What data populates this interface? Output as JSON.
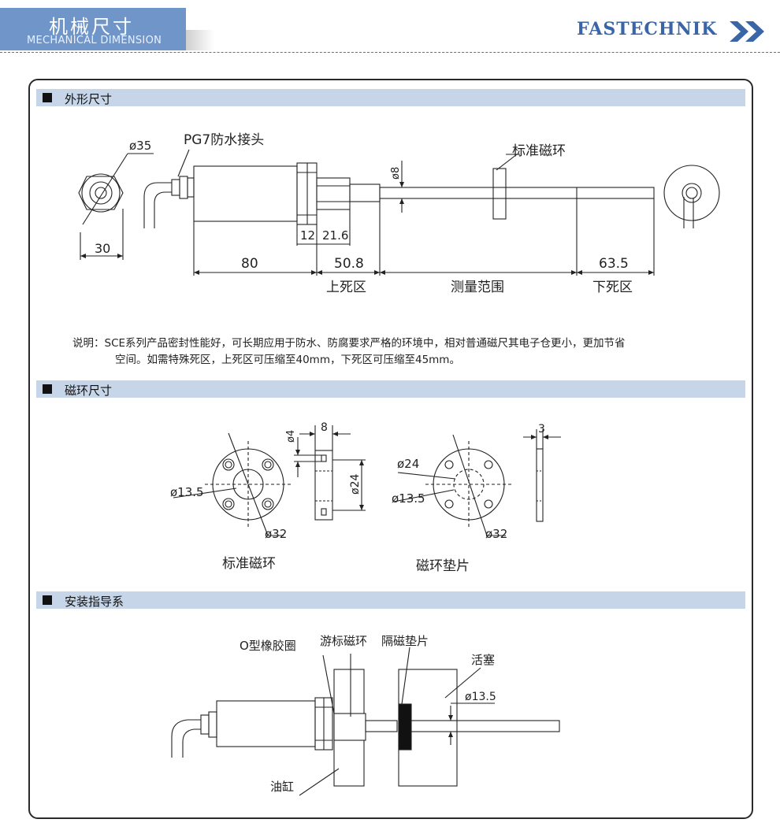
{
  "header": {
    "title_cn": "机械尺寸",
    "title_en": "MECHANICAL DIMENSION",
    "brand": "FASTECHNIK",
    "colors": {
      "tab": "#6f95c9",
      "brand": "#3a66a8",
      "section_bar": "#c6d5e7"
    }
  },
  "sections": {
    "outline": {
      "title": "外形尺寸",
      "labels": {
        "dia35": "ø35",
        "connector": "PG7防水接头",
        "dia8": "ø8",
        "magnet_ring": "标准磁环",
        "d30": "30",
        "d12": "12",
        "d21_6": "21.6",
        "d80": "80",
        "d50_8": "50.8",
        "d63_5": "63.5",
        "upper_dead": "上死区",
        "measure_range": "测量范围",
        "lower_dead": "下死区"
      },
      "note_line1": "说明：SCE系列产品密封性能好，可长期应用于防水、防腐要求严格的环境中，相对普通磁尺其电子仓更小，更加节省",
      "note_line2": "空间。如需特殊死区，上死区可压缩至40mm，下死区可压缩至45mm。"
    },
    "ring": {
      "title": "磁环尺寸",
      "labels": {
        "d4": "ø4",
        "d8": "8",
        "d13_5a": "ø13.5",
        "d24a": "ø24",
        "d32a": "ø32",
        "d24b": "ø24",
        "d13_5b": "ø13.5",
        "d32b": "ø32",
        "d3": "3",
        "standard_ring": "标准磁环",
        "ring_spacer": "磁环垫片"
      }
    },
    "install": {
      "title": "安装指导系",
      "labels": {
        "oring": "O型橡胶圈",
        "float_ring": "游标磁环",
        "spacer": "隔磁垫片",
        "piston": "活塞",
        "d13_5": "ø13.5",
        "cylinder": "油缸"
      }
    }
  }
}
